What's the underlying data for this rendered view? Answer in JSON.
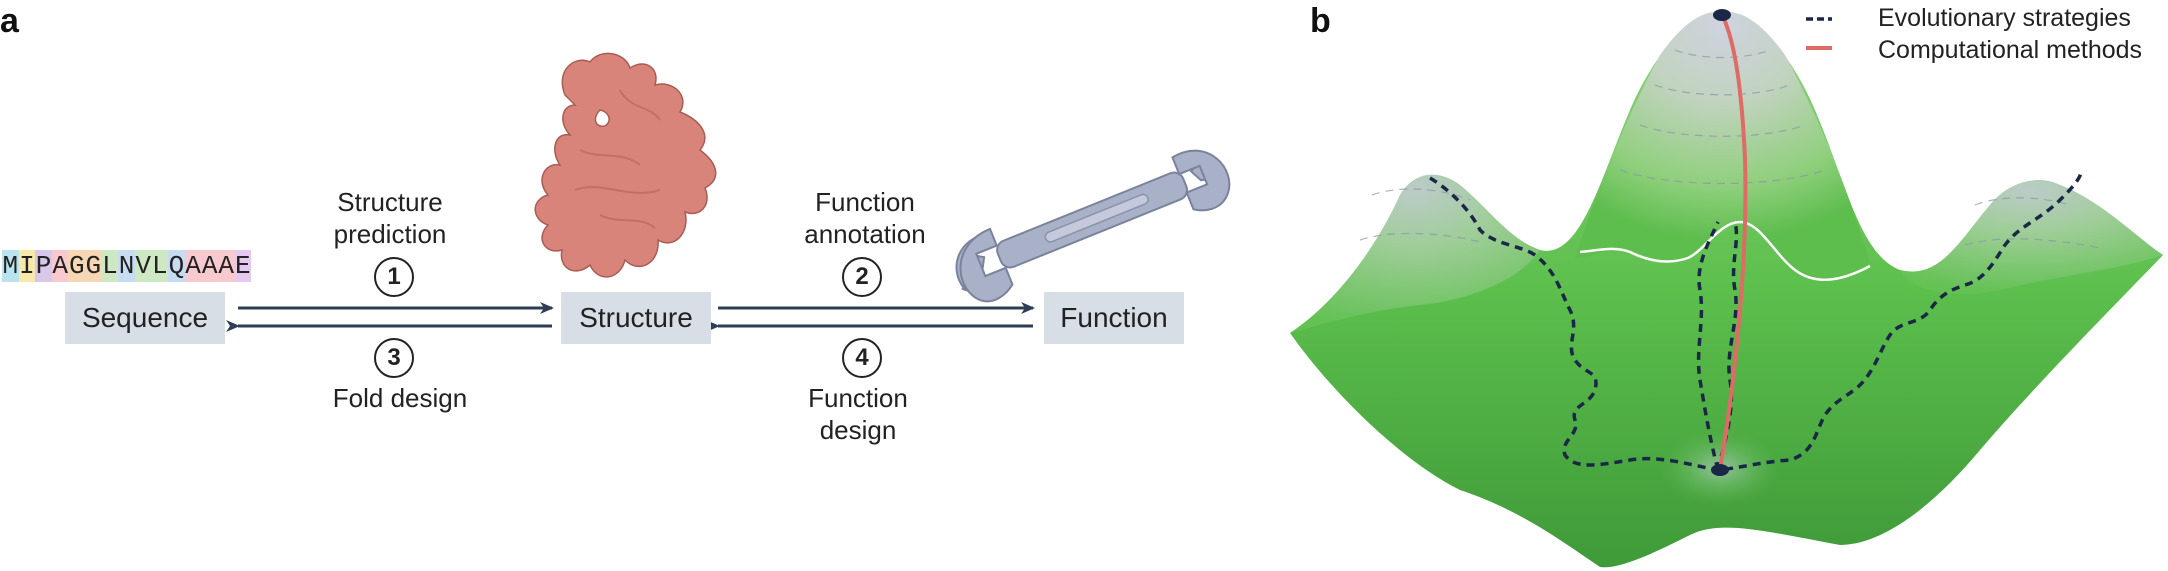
{
  "panel_a": {
    "letter": "a",
    "sequence_residues": [
      {
        "char": "M",
        "color": "#b9e4ef"
      },
      {
        "char": "I",
        "color": "#f7e9a9"
      },
      {
        "char": "P",
        "color": "#d9c7ea"
      },
      {
        "char": "A",
        "color": "#f8c9cf"
      },
      {
        "char": "G",
        "color": "#f7d7b3"
      },
      {
        "char": "G",
        "color": "#f7d7b3"
      },
      {
        "char": "L",
        "color": "#cfe8c4"
      },
      {
        "char": "N",
        "color": "#c7dcf2"
      },
      {
        "char": "V",
        "color": "#cfe8c4"
      },
      {
        "char": "L",
        "color": "#cfe8c4"
      },
      {
        "char": "Q",
        "color": "#c7dcf2"
      },
      {
        "char": "A",
        "color": "#f8c9cf"
      },
      {
        "char": "A",
        "color": "#f8c9cf"
      },
      {
        "char": "A",
        "color": "#f8c9cf"
      },
      {
        "char": "E",
        "color": "#e6c9ee"
      }
    ],
    "boxes": {
      "sequence": "Sequence",
      "structure": "Structure",
      "function": "Function"
    },
    "labels": {
      "structure_prediction": [
        "Structure",
        "prediction"
      ],
      "function_annotation": [
        "Function",
        "annotation"
      ],
      "fold_design": [
        "Fold design"
      ],
      "function_design": [
        "Function",
        "design"
      ]
    },
    "numbers": [
      "1",
      "2",
      "3",
      "4"
    ],
    "colors": {
      "box": "#d8dee6",
      "arrow": "#2f3d56",
      "protein": "#d9847a",
      "wrench": "#a9b1c8"
    }
  },
  "panel_b": {
    "letter": "b",
    "legend": [
      {
        "label": "Evolutionary strategies",
        "style": "dashed",
        "color": "#1b2747"
      },
      {
        "label": "Computational methods",
        "style": "solid",
        "color": "#e06a66"
      }
    ],
    "colors": {
      "surface": "#5cc24e",
      "peak": "#c9ccd9"
    }
  }
}
